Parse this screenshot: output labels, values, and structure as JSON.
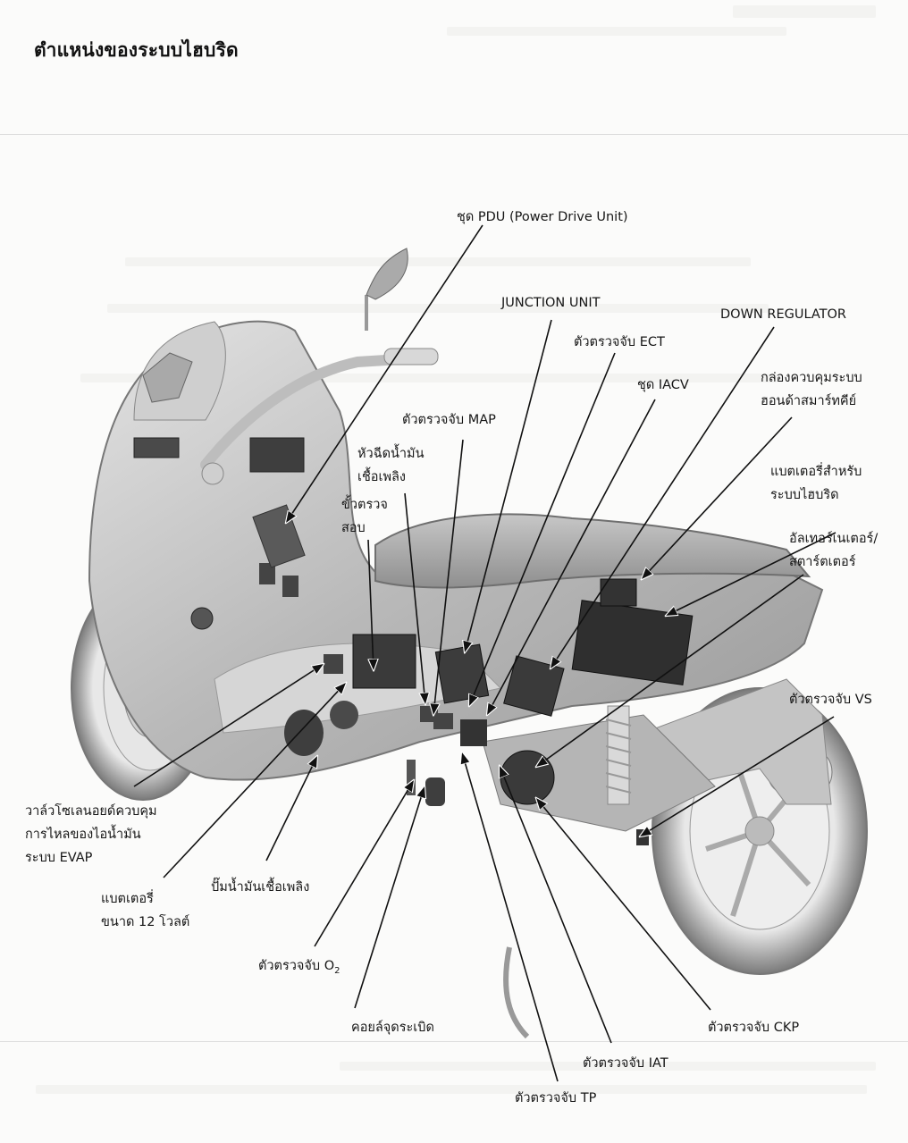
{
  "page": {
    "title": "ตำแหน่งของระบบไฮบริด"
  },
  "diagram": {
    "subject": "hybrid scooter side view, component locations",
    "labels": {
      "pdu": [
        "ชุด PDU (Power Drive Unit)"
      ],
      "junction_unit": [
        "JUNCTION UNIT"
      ],
      "down_regulator": [
        "DOWN REGULATOR"
      ],
      "ect_sensor": [
        "ตัวตรวจจับ ECT"
      ],
      "iacv": [
        "ชุด IACV"
      ],
      "smart_key_control": [
        "กล่องควบคุมระบบ",
        "ฮอนด้าสมาร์ทคีย์"
      ],
      "map_sensor": [
        "ตัวตรวจจับ MAP"
      ],
      "fuel_injector": [
        "หัวฉีดน้ำมัน",
        "เชื้อเพลิง"
      ],
      "test_terminal": [
        "ขั้วตรวจ",
        "สอบ"
      ],
      "hybrid_battery": [
        "แบตเตอรี่สำหรับ",
        "ระบบไฮบริด"
      ],
      "alternator_starter": [
        "อัลเทอร์เนเตอร์/",
        "สตาร์ตเตอร์"
      ],
      "vs_sensor": [
        "ตัวตรวจจับ VS"
      ],
      "evap_valve": [
        "วาล์วโซเลนอยด์ควบคุม",
        "การไหลของไอน้ำมัน",
        "ระบบ EVAP"
      ],
      "battery_12v": [
        "แบตเตอรี่",
        "ขนาด 12 โวลต์"
      ],
      "fuel_pump": [
        "ปั๊มน้ำมันเชื้อเพลิง"
      ],
      "o2_sensor_prefix": "ตัวตรวจจับ O",
      "o2_sensor_sub": "2",
      "ignition_coil": [
        "คอยล์จุดระเบิด"
      ],
      "iat_sensor": [
        "ตัวตรวจจับ IAT"
      ],
      "tp_sensor": [
        "ตัวตรวจจับ TP"
      ],
      "ckp_sensor": [
        "ตัวตรวจจับ CKP"
      ]
    }
  }
}
